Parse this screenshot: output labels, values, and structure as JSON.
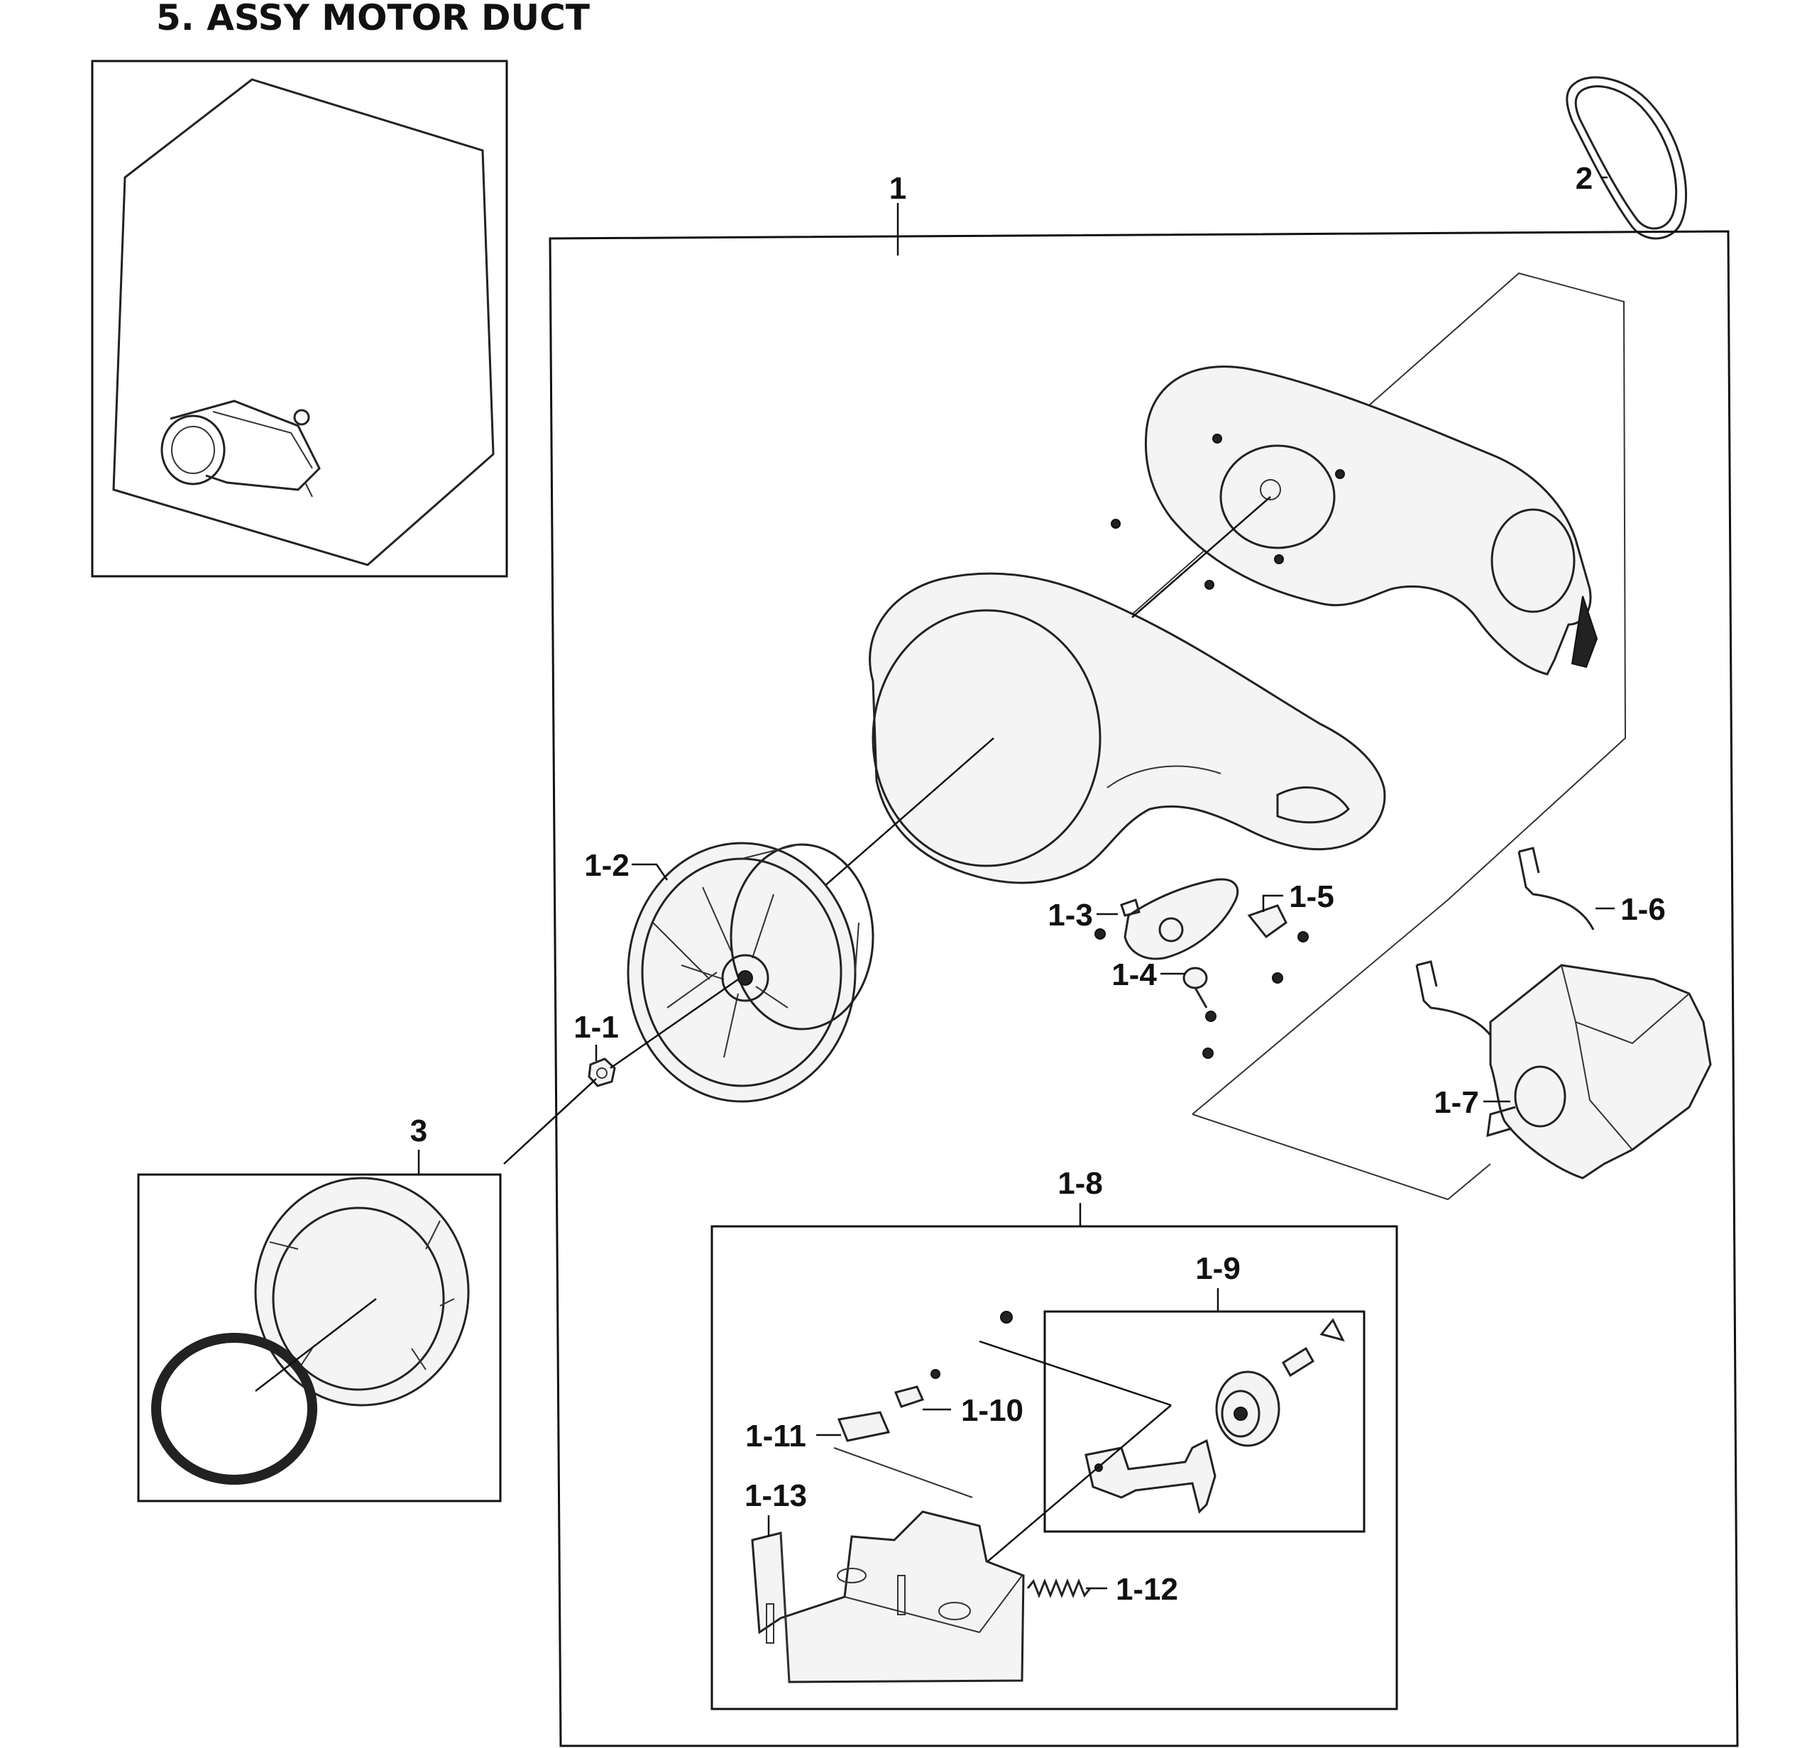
{
  "title": "5. ASSY MOTOR DUCT",
  "labels": {
    "l1": "1",
    "l2": "2",
    "l3": "3",
    "l1_1": "1-1",
    "l1_2": "1-2",
    "l1_3": "1-3",
    "l1_4": "1-4",
    "l1_5": "1-5",
    "l1_6": "1-6",
    "l1_7": "1-7",
    "l1_8": "1-8",
    "l1_9": "1-9",
    "l1_10": "1-10",
    "l1_11": "1-11",
    "l1_12": "1-12",
    "l1_13": "1-13"
  }
}
